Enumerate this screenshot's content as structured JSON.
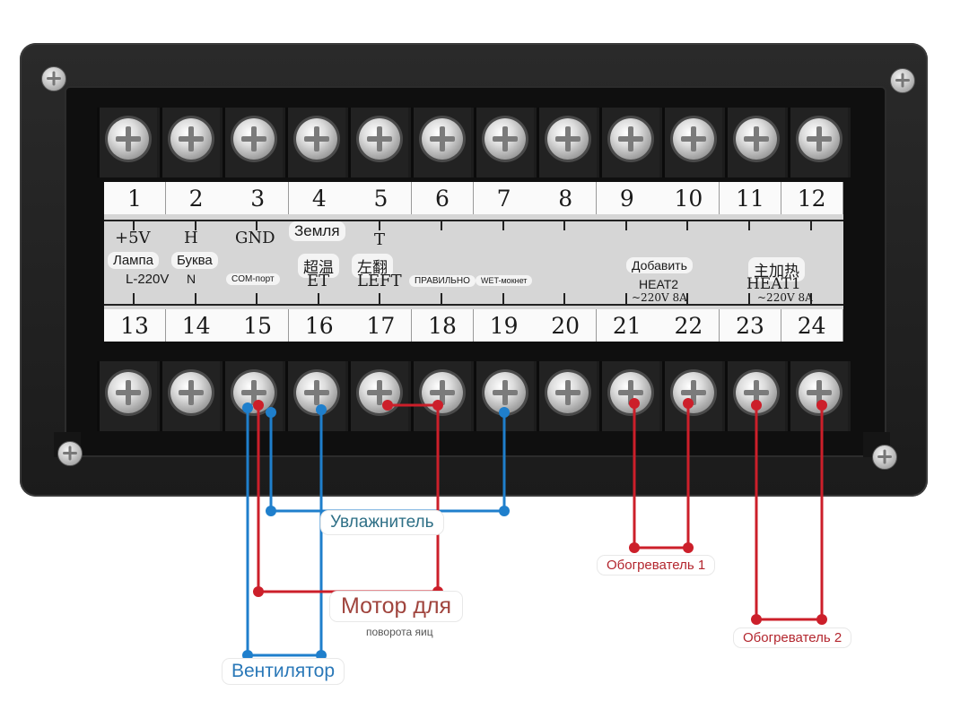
{
  "terminal_numbers_top": [
    "1",
    "2",
    "3",
    "4",
    "5",
    "6",
    "7",
    "8",
    "9",
    "10",
    "11",
    "12"
  ],
  "terminal_numbers_bottom": [
    "13",
    "14",
    "15",
    "16",
    "17",
    "18",
    "19",
    "20",
    "21",
    "22",
    "23",
    "24"
  ],
  "top_labels": {
    "t1": "+5V",
    "t2": "H",
    "t3": "GND",
    "t4": "Земля",
    "t5": "T"
  },
  "bottom_labels": {
    "t13_a": "Лампа",
    "t13_b": "L-220V",
    "t14_a": "Буква",
    "t14_b": "N",
    "t15": "COM-порт",
    "t16_a": "超温",
    "t16_b": "ET",
    "t17_a": "左翻",
    "t17_b": "LEFT",
    "t18": "ПРАВИЛЬНО",
    "t19": "WET-мокнет",
    "t21_a": "Добавить",
    "t21_b": "HEAT2",
    "t21_c": "~220V 8A",
    "t23_a": "主加热",
    "t23_b": "HEAT1",
    "t23_c": "~220V 8A"
  },
  "callouts": {
    "humidifier": "Увлажнитель",
    "heater1": "Обогреватель 1",
    "motor": "Мотор для",
    "motor_sub": "поворота яиц",
    "heater2": "Обогреватель 2",
    "fan": "Вентилятор"
  },
  "colors": {
    "blue_wire": "#1f7fcc",
    "red_wire": "#cc1f2a",
    "humidifier_text": "#2e6f86",
    "motor_text": "#a0443d",
    "heater_text": "#b3262e",
    "fan_text": "#2a78b8"
  }
}
